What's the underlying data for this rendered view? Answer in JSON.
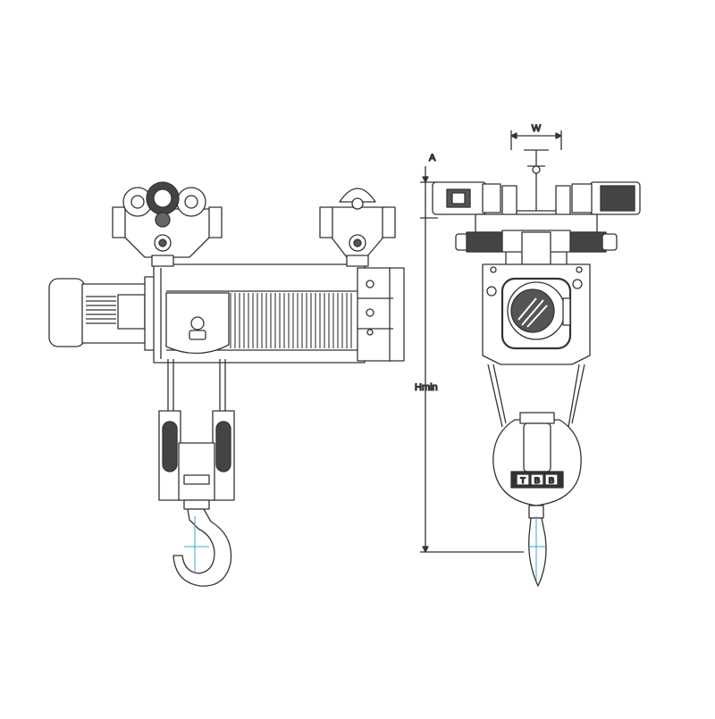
{
  "diagram": {
    "labels": {
      "width": "W",
      "offset": "A",
      "height": "Hmin"
    },
    "plate_marks": [
      "T",
      "B",
      "B"
    ],
    "colors": {
      "line": "#333333",
      "fill": "#ffffff",
      "shade": "#555555",
      "accent": "#3aa9c9"
    }
  }
}
